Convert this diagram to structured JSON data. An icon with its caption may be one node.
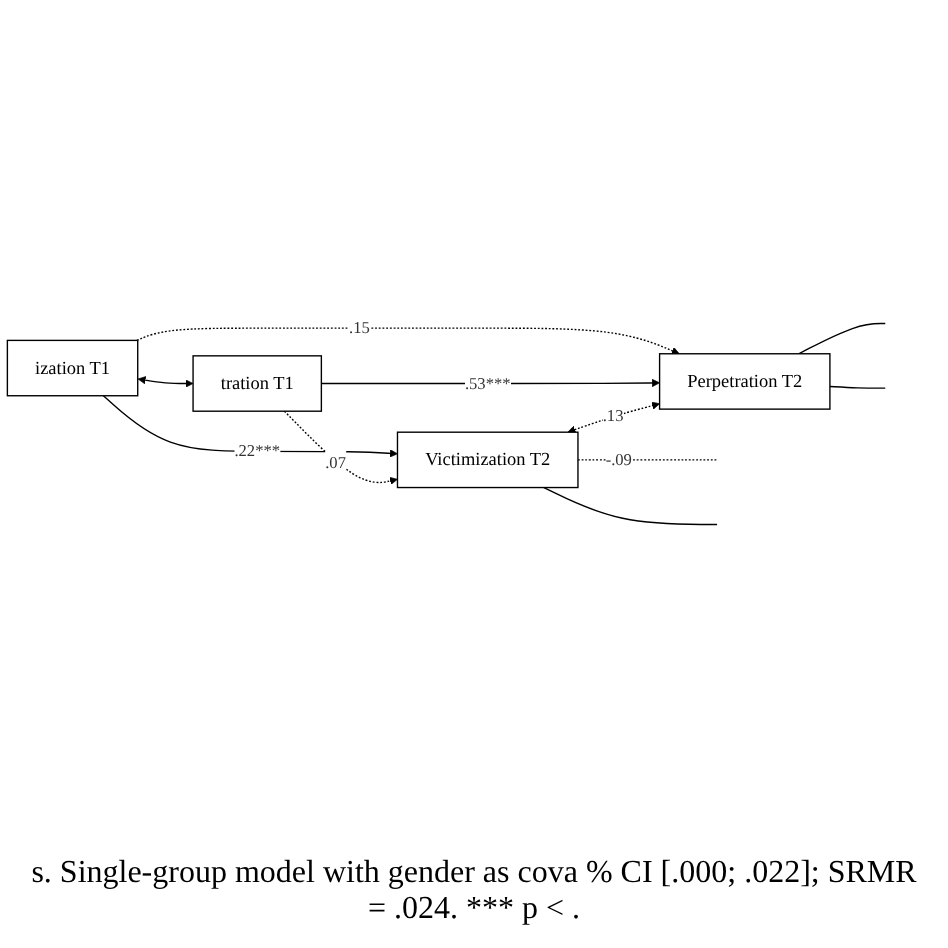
{
  "diagram": {
    "caption": "s. Single-group  model with gender as cova % CI [.000; .022]; SRMR = .024. *** p < .",
    "nodes": [
      {
        "text": [
          "ization T1"
        ]
      },
      {
        "text": [
          "Victimization T2"
        ]
      },
      {
        "text": [
          "tration T1"
        ]
      },
      {
        "text": [
          "Perpetration T2"
        ]
      }
    ],
    "edges": [
      {
        "from": 0,
        "to": 1,
        "arrow": "to",
        "label": ".22***"
      },
      {
        "from": 0,
        "to": 3,
        "arrow": "to",
        "style": "dashed",
        "label": ".15"
      },
      {
        "from": 2,
        "to": 1,
        "arrow": "to",
        "style": "dashed",
        "label": ".07"
      },
      {
        "from": 2,
        "to": 3,
        "arrow": "to",
        "label": ".53***"
      },
      {
        "from": 0,
        "to": 2,
        "arrow": "both"
      },
      {
        "from": 1,
        "to": 3,
        "arrow": "both",
        "style": "dashed",
        "label": ".13"
      },
      {
        "from": 1,
        "to": null,
        "arrow": "none",
        "style": "dashed",
        "label": "-.09"
      },
      {
        "from": 1,
        "to": null,
        "arrow": "none"
      },
      {
        "from": 3,
        "to": null,
        "arrow": "none"
      },
      {
        "from": 3,
        "to": null,
        "arrow": "none"
      }
    ]
  }
}
